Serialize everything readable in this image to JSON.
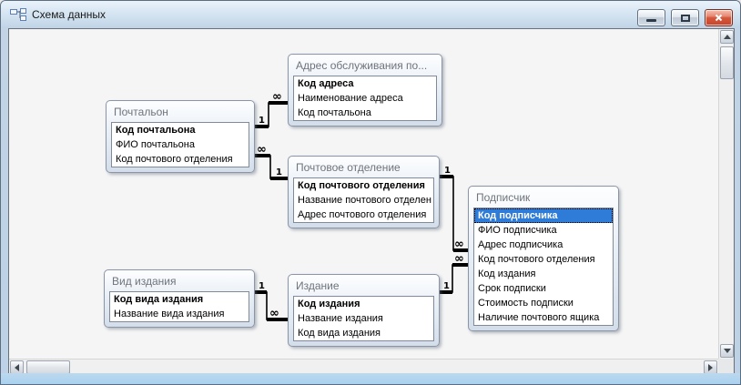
{
  "window": {
    "title": "Схема данных",
    "icons": {
      "titlebar": "relationships-icon",
      "minimize": "minimize-icon",
      "maximize": "maximize-icon",
      "close": "close-icon"
    }
  },
  "colors": {
    "selection_blue": "#2F7CD8",
    "frame_blue": "#BDD2E6",
    "canvas_bg": "#F5F5F6",
    "table_gradient_bottom": "#D3DEEA",
    "close_red": "#C8432A"
  },
  "tables": [
    {
      "title": "Почтальон",
      "fields": [
        {
          "name": "Код почтальона",
          "pk": true
        },
        {
          "name": "ФИО почтальона"
        },
        {
          "name": "Код почтового отделения"
        }
      ]
    },
    {
      "title": "Адрес обслуживания по...",
      "fields": [
        {
          "name": "Код адреса",
          "pk": true
        },
        {
          "name": "Наименование адреса"
        },
        {
          "name": "Код почтальона"
        }
      ]
    },
    {
      "title": "Почтовое отделение",
      "fields": [
        {
          "name": "Код почтового отделения",
          "pk": true
        },
        {
          "name": "Название почтового отделен"
        },
        {
          "name": "Адрес почтового отделения"
        }
      ]
    },
    {
      "title": "Подписчик",
      "fields": [
        {
          "name": "Код подписчика",
          "pk": true,
          "selected": true
        },
        {
          "name": "ФИО подписчика"
        },
        {
          "name": "Адрес подписчика"
        },
        {
          "name": "Код почтового отделения"
        },
        {
          "name": "Код издания"
        },
        {
          "name": "Срок подписки"
        },
        {
          "name": "Стоимость подписки"
        },
        {
          "name": "Наличие почтового ящика"
        }
      ]
    },
    {
      "title": "Вид издания",
      "fields": [
        {
          "name": "Код вида издания",
          "pk": true
        },
        {
          "name": "Название вида издания"
        }
      ]
    },
    {
      "title": "Издание",
      "fields": [
        {
          "name": "Код издания",
          "pk": true
        },
        {
          "name": "Название издания"
        },
        {
          "name": "Код вида издания"
        }
      ]
    }
  ],
  "relations": [
    {
      "one_table": "Почтальон",
      "many_table": "Адрес обслуживания по...",
      "one": "1",
      "many": "∞"
    },
    {
      "one_table": "Почтовое отделение",
      "many_table": "Почтальон",
      "one": "1",
      "many": "∞"
    },
    {
      "one_table": "Почтовое отделение",
      "many_table": "Подписчик",
      "one": "1",
      "many": "∞"
    },
    {
      "one_table": "Издание",
      "many_table": "Подписчик",
      "one": "1",
      "many": "∞"
    },
    {
      "one_table": "Вид издания",
      "many_table": "Издание",
      "one": "1",
      "many": "∞"
    }
  ]
}
